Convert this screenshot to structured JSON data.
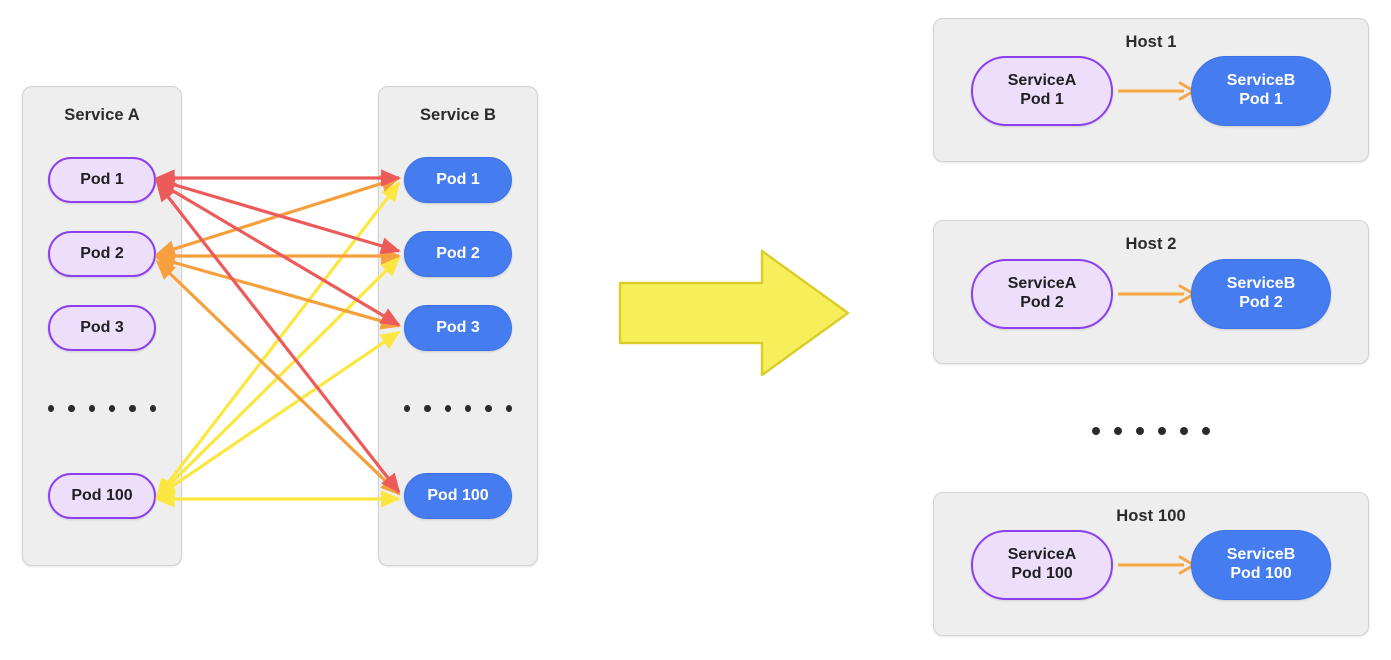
{
  "diagram": {
    "title_left": "Service A",
    "title_right": "Service B",
    "ellipsis_dots": "......"
  },
  "service_a": {
    "label": "Service A",
    "pods": [
      {
        "label": "Pod 1"
      },
      {
        "label": "Pod 2"
      },
      {
        "label": "Pod 3"
      },
      {
        "label": "Pod 100"
      }
    ]
  },
  "service_b": {
    "label": "Service B",
    "pods": [
      {
        "label": "Pod 1"
      },
      {
        "label": "Pod 2"
      },
      {
        "label": "Pod 3"
      },
      {
        "label": "Pod 100"
      }
    ]
  },
  "transform_arrow": {
    "name": "big-yellow-right-arrow",
    "fill": "#f7ef5a",
    "stroke": "#d9cd2a"
  },
  "hosts": [
    {
      "label": "Host 1",
      "source": {
        "line1": "ServiceA",
        "line2": "Pod 1"
      },
      "target": {
        "line1": "ServiceB",
        "line2": "Pod 1"
      }
    },
    {
      "label": "Host 2",
      "source": {
        "line1": "ServiceA",
        "line2": "Pod 2"
      },
      "target": {
        "line1": "ServiceB",
        "line2": "Pod 2"
      }
    },
    {
      "label": "Host 100",
      "source": {
        "line1": "ServiceA",
        "line2": "Pod 100"
      },
      "target": {
        "line1": "ServiceB",
        "line2": "Pod 100"
      }
    }
  ],
  "colors": {
    "pod_purple_fill": "#eddffb",
    "pod_purple_border": "#8b3ff0",
    "pod_blue_fill": "#457cf0",
    "panel_fill": "#eeeeee",
    "panel_border": "#d2d2d2",
    "mesh_red": "#ec5a5a",
    "mesh_orange": "#f5a03c",
    "mesh_yellow": "#fbe73f",
    "host_arrow_orange": "#f5a742",
    "text_dark": "#1f1f1f"
  },
  "mesh": {
    "description": "Full mesh of pod-to-pod connections between Service A and Service B",
    "edges": [
      {
        "from": "Pod 1",
        "to": "Pod 1",
        "color": "#ec5a5a"
      },
      {
        "from": "Pod 1",
        "to": "Pod 2",
        "color": "#ec5a5a"
      },
      {
        "from": "Pod 1",
        "to": "Pod 3",
        "color": "#ec5a5a"
      },
      {
        "from": "Pod 1",
        "to": "Pod 100",
        "color": "#ec5a5a"
      },
      {
        "from": "Pod 2",
        "to": "Pod 1",
        "color": "#f5a03c"
      },
      {
        "from": "Pod 2",
        "to": "Pod 2",
        "color": "#f5a03c"
      },
      {
        "from": "Pod 2",
        "to": "Pod 3",
        "color": "#f5a03c"
      },
      {
        "from": "Pod 2",
        "to": "Pod 100",
        "color": "#f5a03c"
      },
      {
        "from": "Pod 100",
        "to": "Pod 1",
        "color": "#fbe73f"
      },
      {
        "from": "Pod 100",
        "to": "Pod 2",
        "color": "#fbe73f"
      },
      {
        "from": "Pod 100",
        "to": "Pod 3",
        "color": "#fbe73f"
      },
      {
        "from": "Pod 100",
        "to": "Pod 100",
        "color": "#fbe73f"
      }
    ]
  }
}
